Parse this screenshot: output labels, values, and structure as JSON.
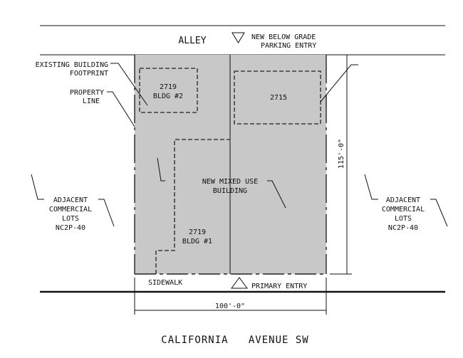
{
  "street_top": "ALLEY",
  "parking_entry": [
    "NEW BELOW GRADE",
    "PARKING ENTRY"
  ],
  "existing_footprint_label": [
    "EXISTING BUILDING",
    "FOOTPRINT"
  ],
  "property_line_label": [
    "PROPERTY",
    "LINE"
  ],
  "bldg2_label": [
    "2719",
    "BLDG #2"
  ],
  "bldg_2715_label": "2715",
  "new_building_label": [
    "NEW MIXED USE",
    "BUILDING"
  ],
  "bldg1_label": [
    "2719",
    "BLDG #1"
  ],
  "adjacent_left": [
    "ADJACENT",
    "COMMERCIAL",
    "LOTS",
    "NC2P-40"
  ],
  "adjacent_right": [
    "ADJACENT",
    "COMMERCIAL",
    "LOTS",
    "NC2P-40"
  ],
  "sidewalk_label": "SIDEWALK",
  "primary_entry": "PRIMARY ENTRY",
  "depth_dimension": "115'-0\"",
  "width_dimension": "100'-0\"",
  "street_bottom": "CALIFORNIA   AVENUE SW",
  "colors": {
    "site_fill": "#c8c8c8",
    "line": "#111111"
  }
}
